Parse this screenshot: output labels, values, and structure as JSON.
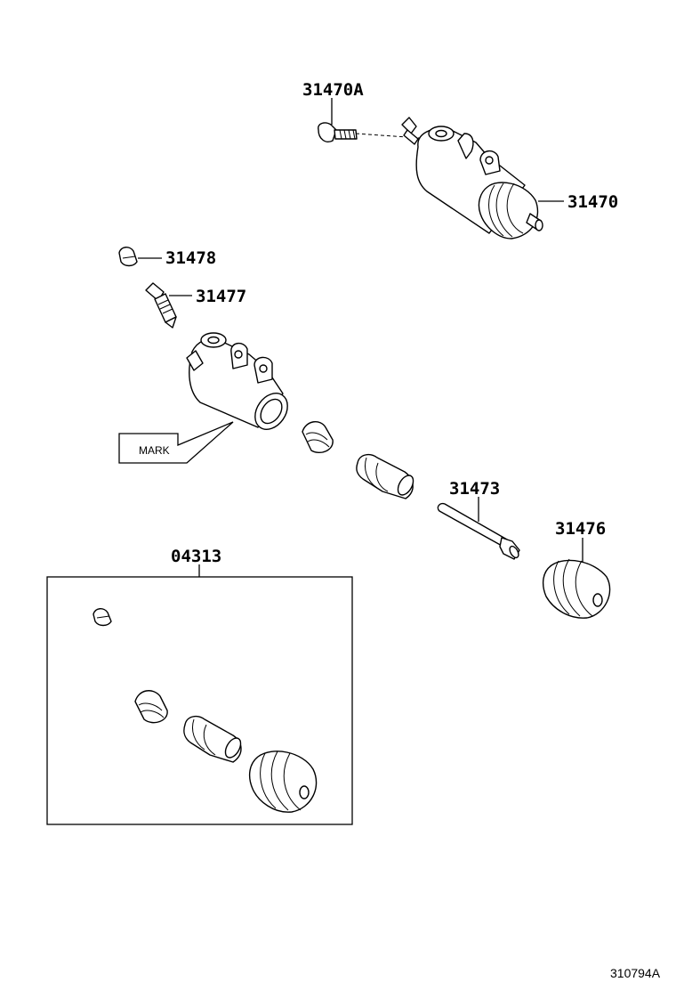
{
  "labels": {
    "p31470A": "31470A",
    "p31470": "31470",
    "p31478": "31478",
    "p31477": "31477",
    "p31473": "31473",
    "p31476": "31476",
    "p04313": "04313",
    "mark": "MARK",
    "ref": "310794A"
  }
}
